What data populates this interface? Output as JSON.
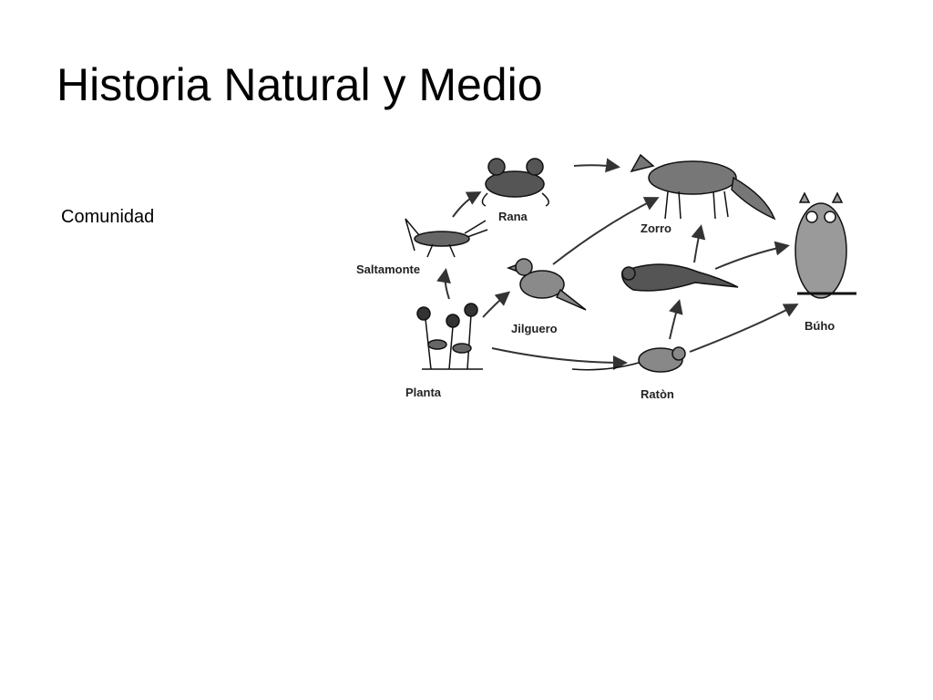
{
  "slide": {
    "title": "Historia Natural y Medio",
    "body_text": "Comunidad"
  },
  "diagram": {
    "nodes": {
      "rana": "Rana",
      "zorro": "Zorro",
      "buho": "Búho",
      "saltamonte": "Saltamonte",
      "jilguero": "Jilguero",
      "planta": "Planta",
      "raton": "Ratòn"
    },
    "line_color": "#333333"
  }
}
